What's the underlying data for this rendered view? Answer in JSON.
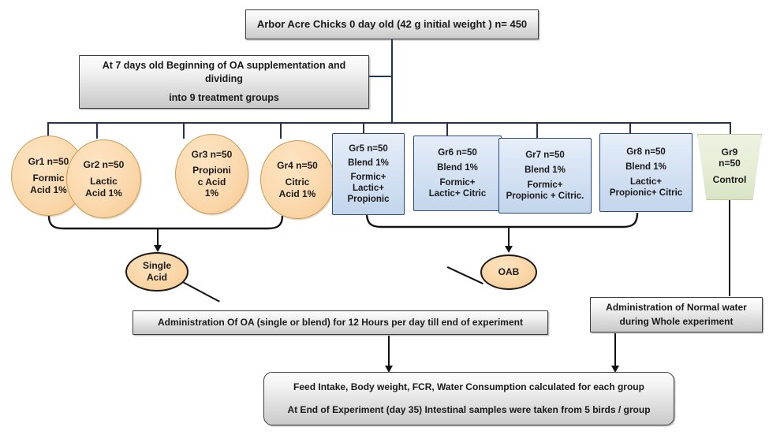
{
  "diagram": {
    "title_node": "Arbor Acre Chicks 0 day old (42 g initial weight ) n= 450",
    "second_node": {
      "line1": "At 7 days old Beginning of OA supplementation and",
      "line2": "dividing",
      "line3": "into 9 treatment groups"
    },
    "single_acid_groups": [
      {
        "id": "gr1",
        "header": "Gr1 n=50",
        "lines": [
          "Formic",
          "Acid 1%"
        ]
      },
      {
        "id": "gr2",
        "header": "Gr2 n=50",
        "lines": [
          "Lactic",
          "Acid 1%"
        ]
      },
      {
        "id": "gr3",
        "header": "Gr3 n=50",
        "lines": [
          "Propioni",
          "c Acid",
          "1%"
        ]
      },
      {
        "id": "gr4",
        "header": "Gr4 n=50",
        "lines": [
          "Citric",
          "Acid 1%"
        ]
      }
    ],
    "blend_groups": [
      {
        "id": "gr5",
        "header": "Gr5 n=50",
        "dose": "Blend 1%",
        "lines": [
          "Formic+",
          "Lactic+",
          "Propionic"
        ]
      },
      {
        "id": "gr6",
        "header": "Gr6 n=50",
        "dose": "Blend 1%",
        "lines": [
          "Formic+",
          "Lactic+ Citric"
        ]
      },
      {
        "id": "gr7",
        "header": "Gr7 n=50",
        "dose": "Blend 1%",
        "lines": [
          "Formic+",
          "Propionic + Citric."
        ]
      },
      {
        "id": "gr8",
        "header": "Gr8 n=50",
        "dose": "Blend 1%",
        "lines": [
          "Lactic+",
          "Propionic+ Citric"
        ]
      }
    ],
    "control_group": {
      "header": "Gr9",
      "count": "n=50",
      "label": "Control"
    },
    "pool_single": {
      "line1": "Single",
      "line2": "Acid"
    },
    "pool_blend": {
      "line1": "OAB"
    },
    "administration_oa": "Administration Of OA (single or blend) for 12 Hours per day till end of experiment",
    "administration_water": {
      "line1": "Administration of Normal water",
      "line2": "during Whole experiment"
    },
    "outcome": {
      "line1": "Feed Intake, Body weight, FCR, Water Consumption calculated for each group",
      "line2": "At End of Experiment (day 35) Intestinal samples were taken from 5 birds / group"
    },
    "colors": {
      "connector_blue": "#26334d",
      "connector_black": "#111111",
      "orange_fill": "#fad9ae",
      "blue_fill": "#d6e3f4",
      "green_fill": "#e4ecd4",
      "grey_fill": "#dadada"
    }
  }
}
